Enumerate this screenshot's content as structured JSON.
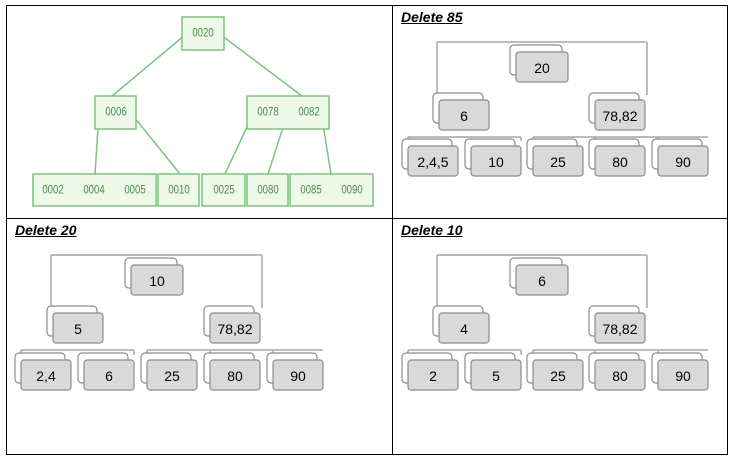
{
  "panels": {
    "initial": {
      "root": "0020",
      "level1": [
        [
          "0006"
        ],
        [
          "0078",
          "0082"
        ]
      ],
      "leaves": [
        [
          "0002",
          "0004",
          "0005"
        ],
        [
          "0010"
        ],
        [
          "0025"
        ],
        [
          "0080"
        ],
        [
          "0085",
          "0090"
        ]
      ]
    },
    "delete85": {
      "title": "Delete 85",
      "root": "20",
      "level1": [
        "6",
        "78,82"
      ],
      "leaves": [
        "2,4,5",
        "10",
        "25",
        "80",
        "90"
      ]
    },
    "delete20": {
      "title": "Delete 20",
      "root": "10",
      "level1": [
        "5",
        "78,82"
      ],
      "leaves": [
        "2,4",
        "6",
        "25",
        "80",
        "90"
      ]
    },
    "delete10": {
      "title": "Delete 10",
      "root": "6",
      "level1": [
        "4",
        "78,82"
      ],
      "leaves": [
        "2",
        "5",
        "25",
        "80",
        "90"
      ]
    }
  },
  "colors": {
    "grid": "#000000",
    "green_stroke": "#7cc47c",
    "green_fill": "#eef9ea",
    "green_text": "#4a8a4a",
    "node_fill": "#d9d9d9",
    "node_stroke": "#8c8c8c",
    "connector": "#a6a6a6"
  }
}
